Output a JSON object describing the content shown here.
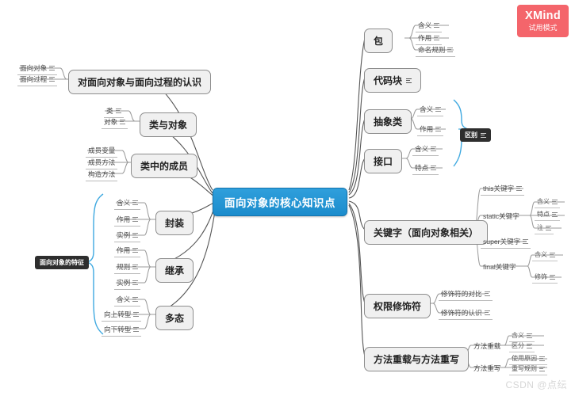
{
  "app": {
    "name": "XMind",
    "watermark_title": "XMind",
    "watermark_subtitle": "试用模式",
    "watermark_color": "#f4656b",
    "author_watermark": "CSDN @点纭"
  },
  "icons": {
    "note": "note-icon"
  },
  "colors": {
    "central_fill": "#2196d8",
    "node_fill": "#f0f0f0",
    "node_border": "#8d8d8d",
    "badge_fill": "#2e2e2e",
    "line": "#5a5a5a",
    "boundary": "#3fa9e0"
  },
  "mindmap": {
    "central": {
      "label": "面向对象的核心知识点"
    },
    "boundaries": [
      {
        "id": "feature-badge",
        "label": "面向对象的特征",
        "side": "left"
      },
      {
        "id": "difference-badge",
        "label": "区别",
        "side": "right"
      }
    ],
    "left_branches": [
      {
        "id": "oop-vs-op",
        "label": "对面向对象与面向过程的认识",
        "children": [
          {
            "label": "面向对象"
          },
          {
            "label": "面向过程"
          }
        ]
      },
      {
        "id": "class-object",
        "label": "类与对象",
        "children": [
          {
            "label": "类"
          },
          {
            "label": "对象"
          }
        ]
      },
      {
        "id": "class-members",
        "label": "类中的成员",
        "children": [
          {
            "label": "成员变量"
          },
          {
            "label": "成员方法"
          },
          {
            "label": "构造方法"
          }
        ]
      },
      {
        "id": "encapsulation",
        "label": "封装",
        "children": [
          {
            "label": "含义"
          },
          {
            "label": "作用"
          },
          {
            "label": "实例"
          }
        ]
      },
      {
        "id": "inheritance",
        "label": "继承",
        "children": [
          {
            "label": "作用"
          },
          {
            "label": "规则"
          },
          {
            "label": "实例"
          }
        ]
      },
      {
        "id": "polymorphism",
        "label": "多态",
        "children": [
          {
            "label": "含义"
          },
          {
            "label": "向上转型"
          },
          {
            "label": "向下转型"
          }
        ]
      }
    ],
    "right_branches": [
      {
        "id": "package",
        "label": "包",
        "children": [
          {
            "label": "含义"
          },
          {
            "label": "作用"
          },
          {
            "label": "命名规则"
          }
        ]
      },
      {
        "id": "code-block",
        "label": "代码块",
        "children": []
      },
      {
        "id": "abstract-class",
        "label": "抽象类",
        "children": [
          {
            "label": "含义"
          },
          {
            "label": "作用"
          }
        ]
      },
      {
        "id": "interface",
        "label": "接口",
        "children": [
          {
            "label": "含义"
          },
          {
            "label": "特点"
          }
        ]
      },
      {
        "id": "keywords",
        "label": "关键字（面向对象相关）",
        "children": [
          {
            "label": "this关键字",
            "children": []
          },
          {
            "label": "static关键字",
            "children": [
              {
                "label": "含义"
              },
              {
                "label": "特点"
              },
              {
                "label": "注"
              }
            ]
          },
          {
            "label": "super关键字",
            "children": []
          },
          {
            "label": "final关键字",
            "children": [
              {
                "label": "含义"
              },
              {
                "label": "修饰"
              }
            ]
          }
        ]
      },
      {
        "id": "access-modifiers",
        "label": "权限修饰符",
        "children": [
          {
            "label": "修饰符的对比"
          },
          {
            "label": "修饰符的认识"
          }
        ]
      },
      {
        "id": "overload-override",
        "label": "方法重载与方法重写",
        "children": [
          {
            "label": "方法重载",
            "children": [
              {
                "label": "含义"
              },
              {
                "label": "区分"
              }
            ]
          },
          {
            "label": "方法重写",
            "children": [
              {
                "label": "使用原因"
              },
              {
                "label": "重写规则"
              }
            ]
          }
        ]
      }
    ]
  }
}
